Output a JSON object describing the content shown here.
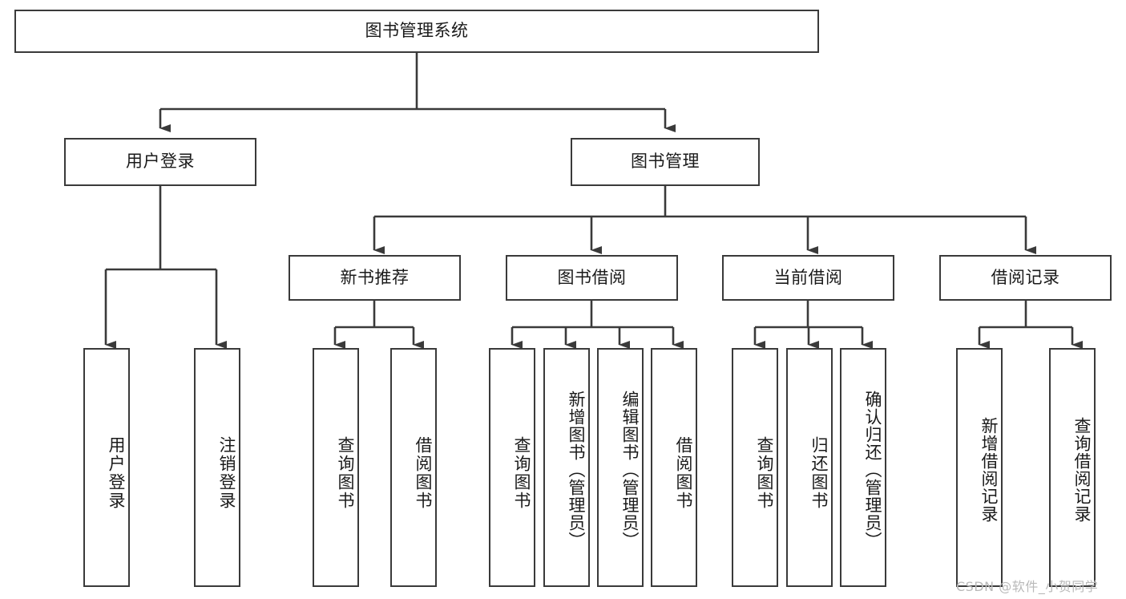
{
  "diagram": {
    "title": "图书管理系统",
    "type": "tree-hierarchy-diagram",
    "colors": {
      "box_border": "#3a3a3a",
      "box_fill": "#ffffff",
      "edge": "#3a3a3a",
      "text": "#1a1a1a",
      "watermark": "#b9b9b9",
      "background": "#ffffff"
    },
    "nodes": {
      "root": {
        "label": "图书管理系统",
        "orientation": "horizontal"
      },
      "level2": [
        {
          "id": "user-login",
          "label": "用户登录",
          "orientation": "horizontal"
        },
        {
          "id": "book-management",
          "label": "图书管理",
          "orientation": "horizontal"
        }
      ],
      "level3": [
        {
          "id": "new-book-recommend",
          "label": "新书推荐",
          "orientation": "horizontal"
        },
        {
          "id": "book-borrow",
          "label": "图书借阅",
          "orientation": "horizontal"
        },
        {
          "id": "current-borrow",
          "label": "当前借阅",
          "orientation": "horizontal"
        },
        {
          "id": "borrow-record",
          "label": "借阅记录",
          "orientation": "horizontal"
        }
      ],
      "leaves": [
        {
          "id": "leaf-user-login",
          "label": "用户登录",
          "parent": "user-login",
          "orientation": "vertical"
        },
        {
          "id": "leaf-user-logout",
          "label": "注销登录",
          "parent": "user-login",
          "orientation": "vertical"
        },
        {
          "id": "leaf-query-book-1",
          "label": "查询图书",
          "parent": "new-book-recommend",
          "orientation": "vertical"
        },
        {
          "id": "leaf-borrow-book-1",
          "label": "借阅图书",
          "parent": "new-book-recommend",
          "orientation": "vertical"
        },
        {
          "id": "leaf-query-book-2",
          "label": "查询图书",
          "parent": "book-borrow",
          "orientation": "vertical"
        },
        {
          "id": "leaf-add-book",
          "label": "新增图书（管理员）",
          "parent": "book-borrow",
          "orientation": "vertical"
        },
        {
          "id": "leaf-edit-book",
          "label": "编辑图书（管理员）",
          "parent": "book-borrow",
          "orientation": "vertical"
        },
        {
          "id": "leaf-borrow-book-2",
          "label": "借阅图书",
          "parent": "book-borrow",
          "orientation": "vertical"
        },
        {
          "id": "leaf-query-book-3",
          "label": "查询图书",
          "parent": "current-borrow",
          "orientation": "vertical"
        },
        {
          "id": "leaf-return-book",
          "label": "归还图书",
          "parent": "current-borrow",
          "orientation": "vertical"
        },
        {
          "id": "leaf-confirm-return",
          "label": "确认归还（管理员）",
          "parent": "current-borrow",
          "orientation": "vertical"
        },
        {
          "id": "leaf-add-record",
          "label": "新增借阅记录",
          "parent": "borrow-record",
          "orientation": "vertical"
        },
        {
          "id": "leaf-query-record",
          "label": "查询借阅记录",
          "parent": "borrow-record",
          "orientation": "vertical"
        }
      ]
    },
    "watermark": "CSDN @软件_小贺同学"
  }
}
